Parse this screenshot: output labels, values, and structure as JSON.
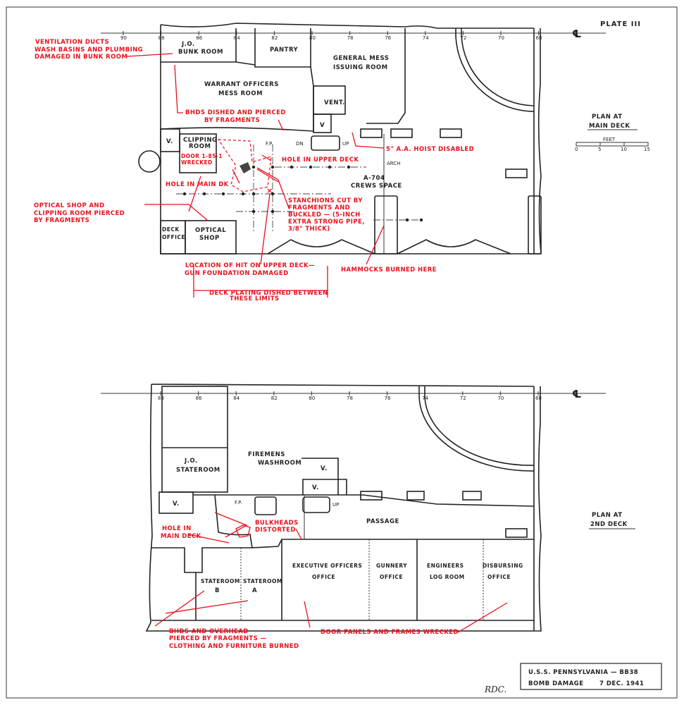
{
  "plate": "PLATE III",
  "frame_ticks": [
    "90",
    "88",
    "86",
    "84",
    "82",
    "80",
    "78",
    "76",
    "74",
    "72",
    "70",
    "68"
  ],
  "frame_ticks_lower": [
    "88",
    "86",
    "84",
    "82",
    "80",
    "78",
    "76",
    "74",
    "72",
    "70",
    "68"
  ],
  "centerline": "℄",
  "main_deck": {
    "title_line1": "PLAN AT",
    "title_line2": "MAIN DECK",
    "scale_label": "FEET",
    "scale_ticks": [
      "0",
      "5",
      "10",
      "15"
    ],
    "rooms": {
      "jo_bunk_1": "J.O.",
      "jo_bunk_2": "BUNK ROOM",
      "pantry": "PANTRY",
      "mess_1": "GENERAL MESS",
      "mess_2": "ISSUING ROOM",
      "warrant_1": "WARRANT OFFICERS",
      "warrant_2": "MESS ROOM",
      "vent": "VENT.",
      "v1": "V",
      "v2": "V.",
      "clipping_1": "CLIPPING",
      "clipping_2": "ROOM",
      "deck_office_1": "DECK",
      "deck_office_2": "OFFICE",
      "optical_1": "OPTICAL",
      "optical_2": "SHOP",
      "crews_1": "A-704",
      "crews_2": "CREWS SPACE",
      "fp": "F.P.",
      "dn": "DN",
      "up": "UP",
      "arch": "ARCH"
    },
    "annotations": {
      "vent_1": "VENTILATION DUCTS",
      "vent_2": "WASH BASINS AND PLUMBING",
      "vent_3": "DAMAGED IN BUNK ROOM",
      "bhds_1": "BHDS DISHED AND PIERCED",
      "bhds_2": "BY FRAGMENTS",
      "door_1": "DOOR 1-85-1",
      "door_2": "WRECKED",
      "hole_upper": "HOLE IN UPPER DECK",
      "hole_main": "HOLE IN MAIN DK",
      "hoist": "5\" A.A. HOIST DISABLED",
      "optical_1": "OPTICAL SHOP AND",
      "optical_2": "CLIPPING ROOM PIERCED",
      "optical_3": "BY FRAGMENTS",
      "stanch_1": "STANCHIONS CUT BY",
      "stanch_2": "FRAGMENTS AND",
      "stanch_3": "BUCKLED — (5-INCH",
      "stanch_4": "EXTRA STRONG PIPE,",
      "stanch_5": "3/8\" THICK)",
      "hit_1": "LOCATION OF HIT ON UPPER DECK—",
      "hit_2": "GUN FOUNDATION DAMAGED",
      "hammocks": "HAMMOCKS BURNED HERE",
      "plating_1": "DECK PLATING DISHED BETWEEN",
      "plating_2": "THESE LIMITS"
    }
  },
  "second_deck": {
    "title_line1": "PLAN AT",
    "title_line2": "2ND DECK",
    "rooms": {
      "jo_1": "J.O.",
      "jo_2": "STATEROOM",
      "wash_1": "FIREMENS",
      "wash_2": "WASHROOM",
      "v1": "V.",
      "v2": "V.",
      "v3": "V.",
      "fp": "F.P.",
      "up": "UP",
      "passage": "PASSAGE",
      "stB_1": "STATEROOM",
      "stB_2": "B",
      "stA_1": "STATEROOM",
      "stA_2": "A",
      "exec_1": "EXECUTIVE OFFICERS",
      "exec_2": "OFFICE",
      "gun_1": "GUNNERY",
      "gun_2": "OFFICE",
      "eng_1": "ENGINEERS",
      "eng_2": "LOG ROOM",
      "disb_1": "DISBURSING",
      "disb_2": "OFFICE"
    },
    "annotations": {
      "hole_1": "HOLE IN",
      "hole_2": "MAIN DECK",
      "bulk_1": "BULKHEADS",
      "bulk_2": "DISTORTED",
      "bhds_1": "BHDS AND OVERHEAD",
      "bhds_2": "PIERCED BY FRAGMENTS —",
      "bhds_3": "CLOTHING AND FURNITURE BURNED",
      "doors": "DOOR PANELS AND FRAMES WRECKED"
    }
  },
  "title_block": {
    "line1": "U.S.S. PENNSYLVANIA — BB38",
    "line2_left": "BOMB DAMAGE",
    "line2_right": "7 DEC. 1941"
  },
  "signature": "RDC."
}
